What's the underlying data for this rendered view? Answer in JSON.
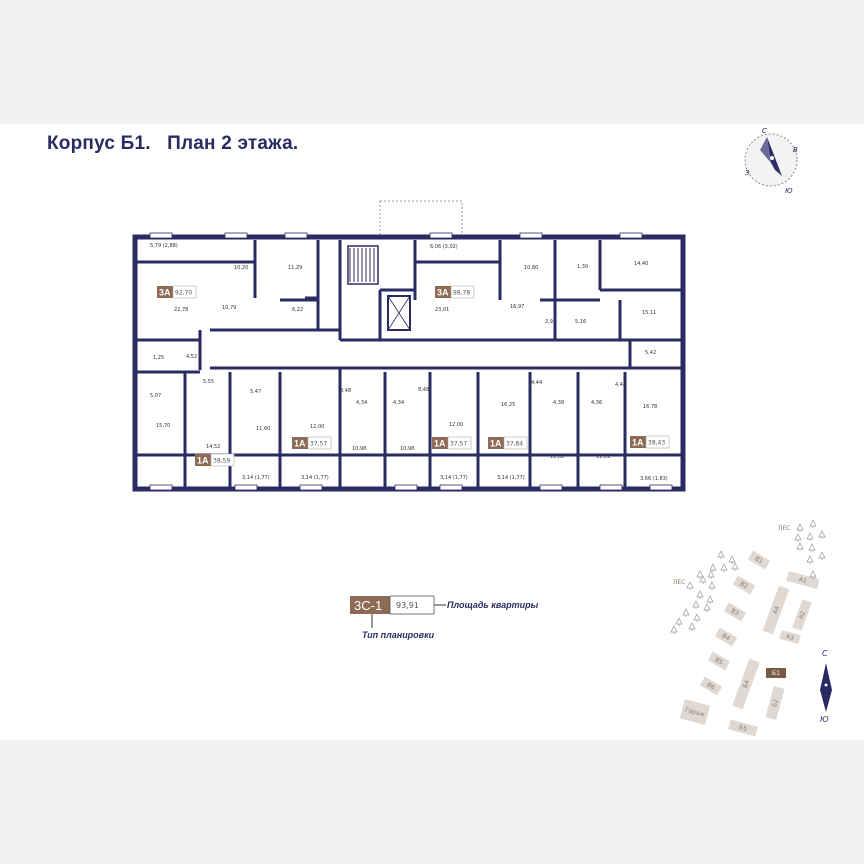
{
  "title": "Корпус Б1.   План 2 этажа.",
  "compass": {
    "north": "С",
    "east": "В",
    "west": "З",
    "south": "Ю"
  },
  "colors": {
    "wall": "#2b2b63",
    "badge": "#8c6a54",
    "site_building": "#e0d8d2",
    "site_current": "#7a5a48"
  },
  "apartments": [
    {
      "type": "3А",
      "area": "92,70"
    },
    {
      "type": "3А",
      "area": "98,78"
    },
    {
      "type": "1А",
      "area": "38,59"
    },
    {
      "type": "1А",
      "area": "37,57"
    },
    {
      "type": "1А",
      "area": "37,57"
    },
    {
      "type": "1А",
      "area": "37,84"
    },
    {
      "type": "1А",
      "area": "38,43"
    }
  ],
  "rooms": [
    "5,79 (2,88)",
    "10,20",
    "11,29",
    "22,78",
    "10,79",
    "6,22",
    "1,25",
    "4,52",
    "5,55",
    "5,47",
    "5,07",
    "15,70",
    "11,60",
    "14,52",
    "12,00",
    "8,48",
    "4,34",
    "4,34",
    "10,98",
    "10,98",
    "3,14 (1,77)",
    "3,14 (1,77)",
    "6,06 (3,02)",
    "10,80",
    "1,30",
    "14,40",
    "23,01",
    "16,97",
    "2,93",
    "5,16",
    "15,11",
    "5,42",
    "8,48",
    "12,00",
    "4,44",
    "4,38",
    "4,36",
    "4,44",
    "16,25",
    "16,78",
    "11,02",
    "11,02",
    "3,14 (1,77)",
    "3,14 (1,77)",
    "3,66 (1,83)"
  ],
  "legend": {
    "type": "3С-1",
    "area": "93,91",
    "area_label": "Площадь квартиры",
    "type_label": "Тип планировки"
  },
  "site_plan": {
    "forest_labels": [
      "ЛЕС",
      "ЛЕС"
    ],
    "buildings": [
      "В1",
      "В2",
      "В3",
      "В4",
      "В5",
      "В6",
      "А1",
      "А2",
      "А3",
      "А4",
      "Б4",
      "Б1",
      "Б2",
      "Б5",
      "Гараж"
    ],
    "current": "Б1",
    "north": "С",
    "south": "Ю"
  }
}
